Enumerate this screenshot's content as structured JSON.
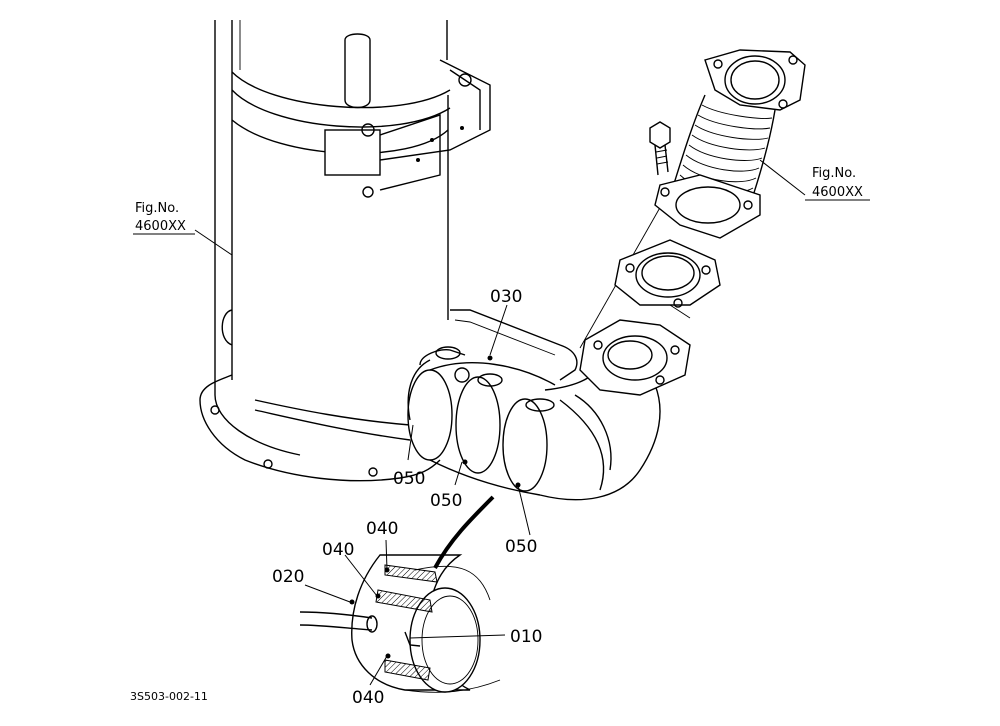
{
  "labels": {
    "fig_ref_left": [
      "Fig.No.",
      "4600XX"
    ],
    "fig_ref_right": [
      "Fig.No.",
      "4600XX"
    ],
    "part_030": "030",
    "part_050_a": "050",
    "part_050_b": "050",
    "part_050_c": "050",
    "part_040_a": "040",
    "part_040_b": "040",
    "part_040_c": "040",
    "part_020": "020",
    "part_010": "010",
    "drawing_code": "3S503-002-11"
  }
}
